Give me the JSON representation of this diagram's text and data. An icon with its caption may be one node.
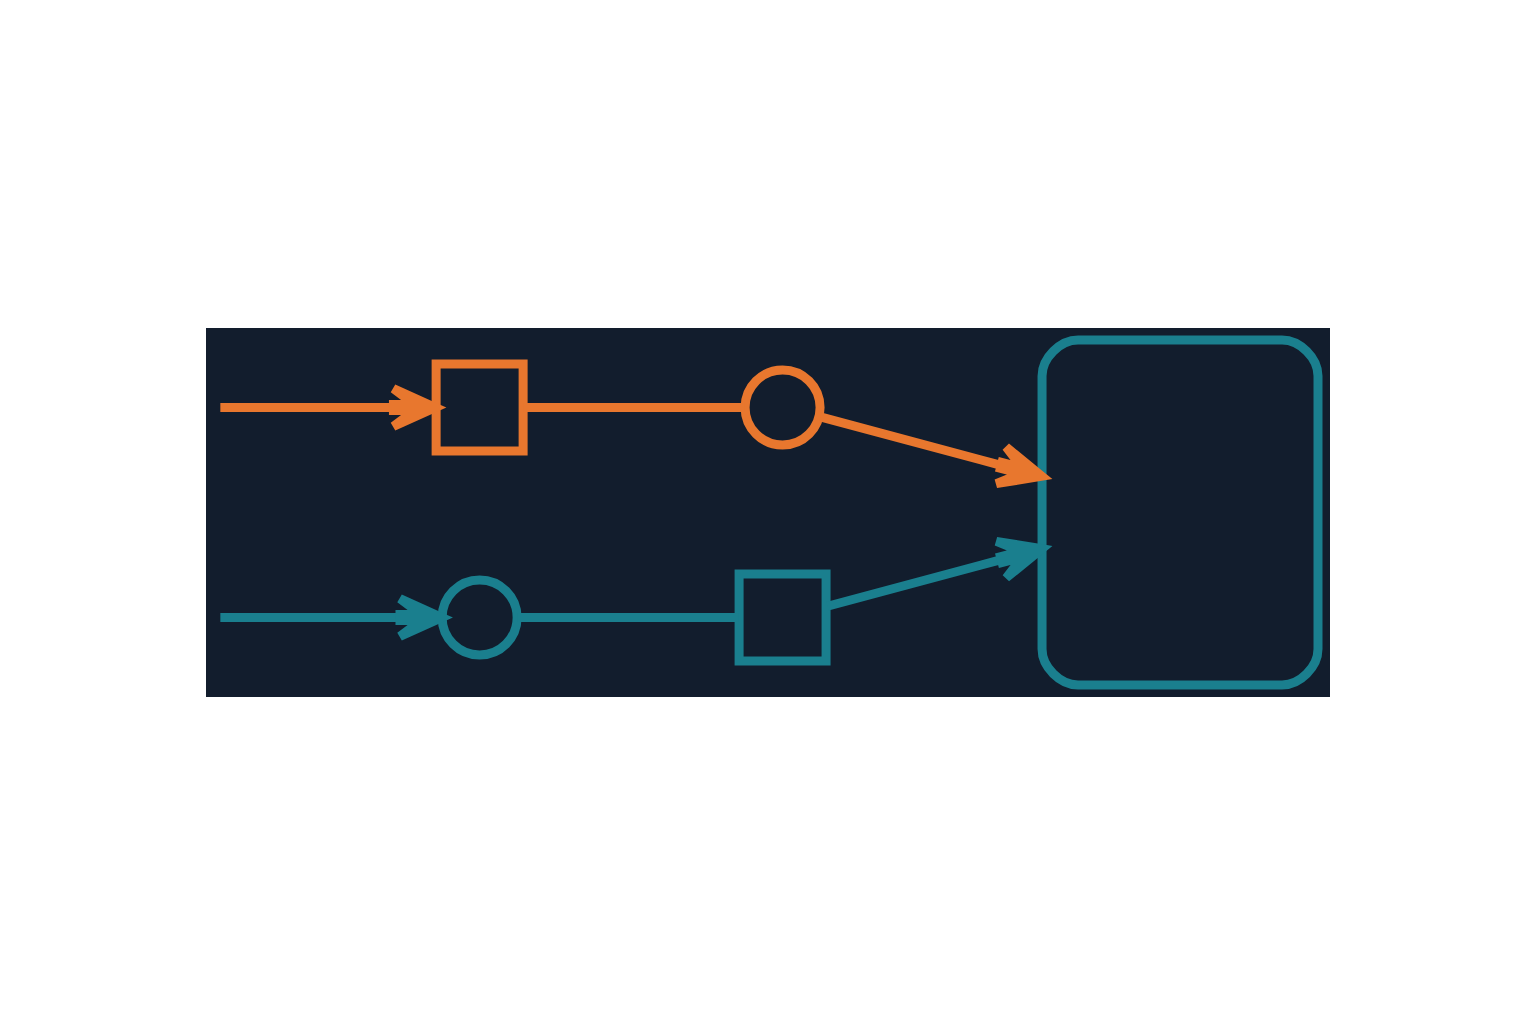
{
  "diagram": {
    "nodes": [
      {
        "text": [],
        "shape": "circle"
      },
      {
        "text": [],
        "shape": "box"
      },
      {
        "text": [],
        "shape": "box"
      },
      {
        "text": [],
        "shape": "circle"
      },
      {
        "text": [],
        "shape": "box"
      }
    ],
    "edges": [
      {
        "from": null,
        "to": 0,
        "arrow": "to",
        "color": "#1a7f8e"
      },
      {
        "from": 0,
        "to": 1,
        "arrow": "none",
        "color": "#1a7f8e"
      },
      {
        "from": 1,
        "to": 4,
        "arrow": "to",
        "color": "#1a7f8e"
      },
      {
        "from": null,
        "to": 2,
        "arrow": "to",
        "color": "#e8772e"
      },
      {
        "from": 2,
        "to": 3,
        "arrow": "none",
        "color": "#e8772e"
      },
      {
        "from": 3,
        "to": 4,
        "arrow": "to",
        "color": "#e8772e"
      }
    ]
  }
}
